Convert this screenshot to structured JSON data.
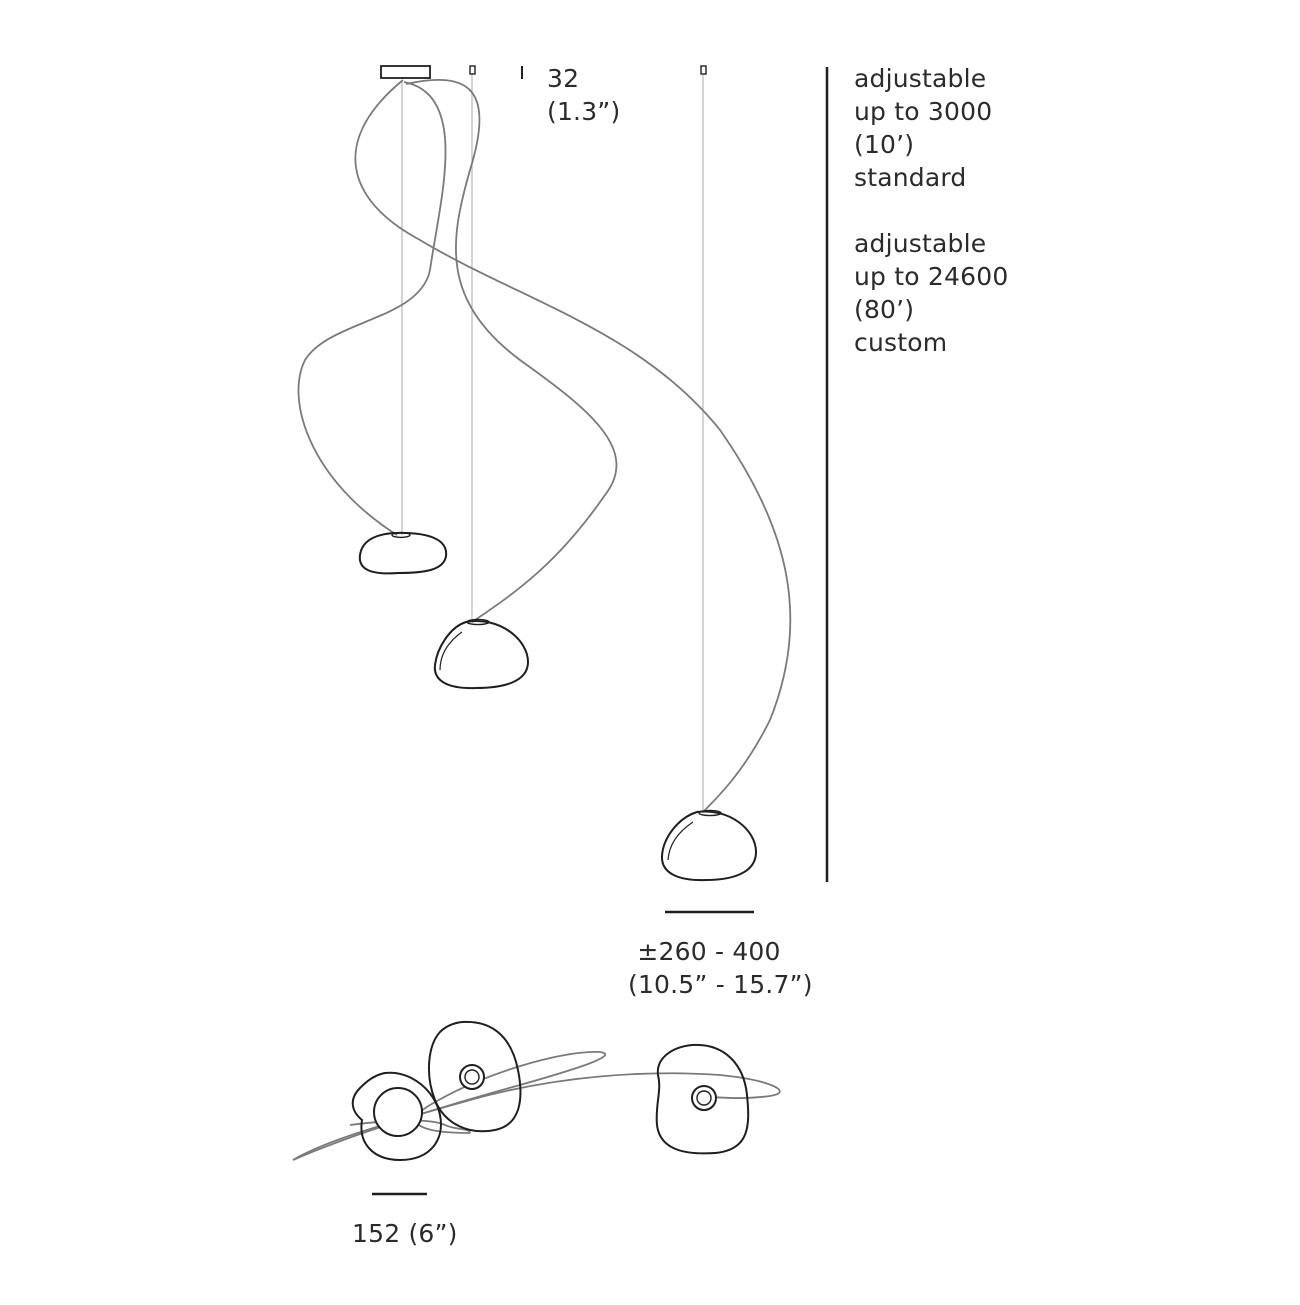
{
  "diagram": {
    "ceiling_dimension": {
      "metric": "32",
      "imperial": "(1.3”)"
    },
    "suspension_note": {
      "standard_line1": "adjustable",
      "standard_line2": "up to 3000",
      "standard_line3": "(10’)",
      "standard_line4": "standard",
      "custom_line1": "adjustable",
      "custom_line2": "up to 24600",
      "custom_line3": "(80’)",
      "custom_line4": "custom"
    },
    "shade_width_dimension": {
      "metric": "±260 - 400",
      "imperial": "(10.5” - 15.7”)"
    },
    "plan_view_dimension": {
      "label": "152 (6”)"
    }
  }
}
